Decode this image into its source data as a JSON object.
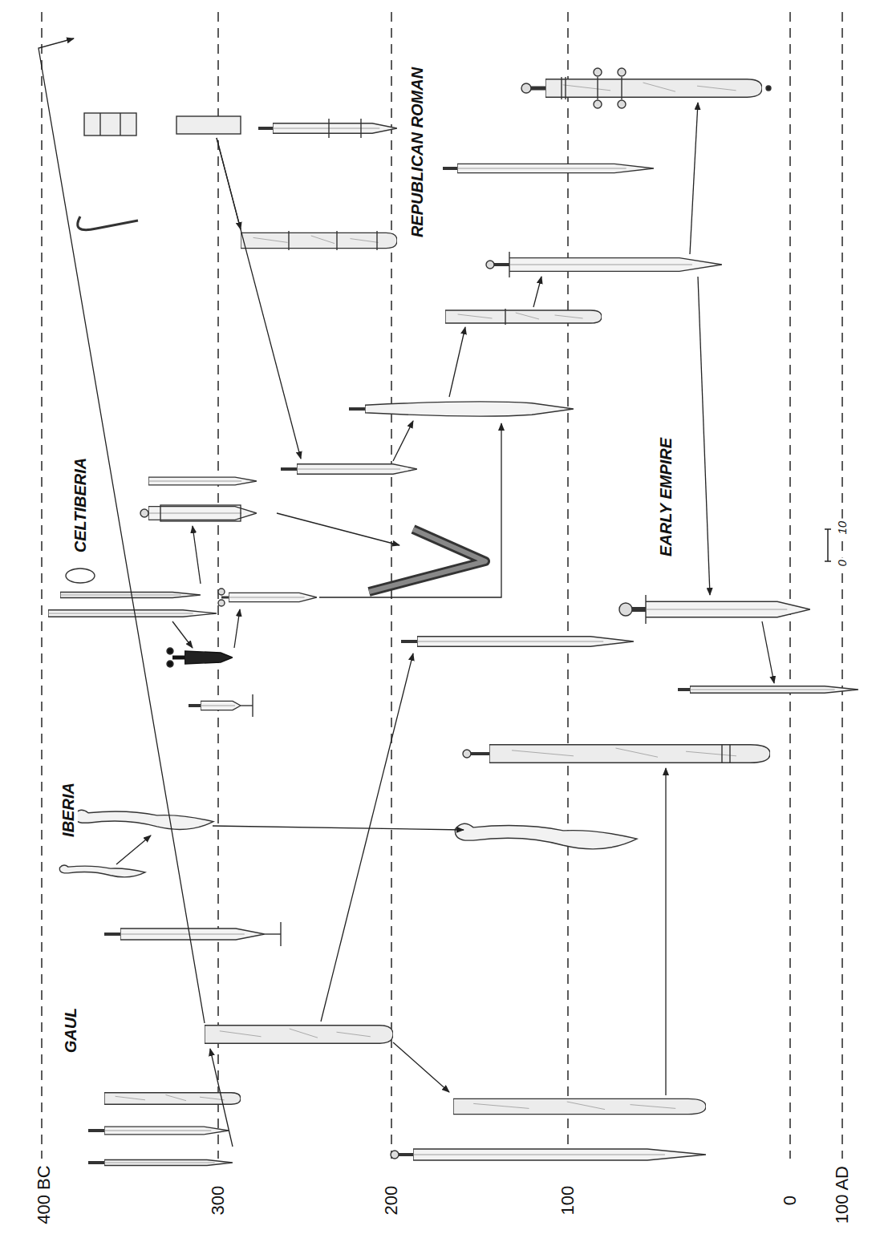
{
  "diagram": {
    "labels": [
      "400 BC",
      "300",
      "200",
      "100",
      "0",
      "100 AD",
      "GAUL",
      "IBERIA",
      "CELTIBERIA",
      "REPUBLICAN ROMAN",
      "EARLY EMPIRE",
      "0",
      "10"
    ]
  }
}
